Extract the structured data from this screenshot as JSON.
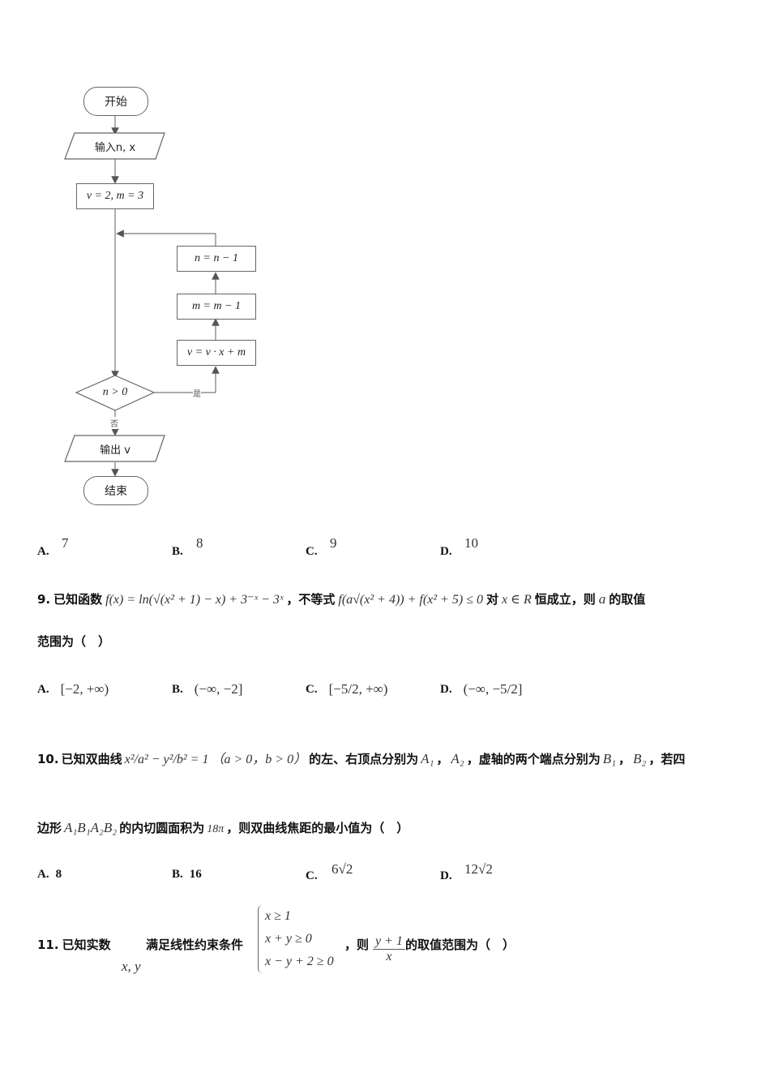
{
  "flowchart": {
    "start": "开始",
    "input": "输入n, x",
    "init": "v = 2, m = 3",
    "step_n": "n = n − 1",
    "step_m": "m = m − 1",
    "step_v": "v = v · x + m",
    "condition": "n > 0",
    "yes_label": "是",
    "no_label": "否",
    "output": "输出 v",
    "end": "结束"
  },
  "q8_options": [
    {
      "label": "A.",
      "value": "7"
    },
    {
      "label": "B.",
      "value": "8"
    },
    {
      "label": "C.",
      "value": "9"
    },
    {
      "label": "D.",
      "value": "10"
    }
  ],
  "q9": {
    "number": "9.",
    "text1": "已知函数",
    "func": "f(x) = ln(√(x² + 1) − x) + 3⁻ˣ − 3ˣ",
    "text2": "，不等式",
    "inequality": "f(a√(x² + 4)) + f(x² + 5) ≤ 0",
    "text3": "对",
    "domain": "x ∈ R",
    "text4": "恒成立，则",
    "var": "a",
    "text5": "的取值",
    "text6": "范围为（　）",
    "options": [
      {
        "label": "A.",
        "value": "[−2, +∞)"
      },
      {
        "label": "B.",
        "value": "(−∞, −2]"
      },
      {
        "label": "C.",
        "value": "[−5/2, +∞)"
      },
      {
        "label": "D.",
        "value": "(−∞, −5/2]"
      }
    ]
  },
  "q10": {
    "number": "10.",
    "text1": "已知双曲线",
    "equation": "x²/a² − y²/b² = 1",
    "cond": "（a > 0，b > 0）",
    "text2": "的左、右顶点分别为",
    "A1": "A₁",
    "A2": "A₂",
    "text3": "，虚轴的两个端点分别为",
    "B1": "B₁",
    "B2": "B₂",
    "text4": "，若四",
    "text5": "边形",
    "quad": "A₁B₁A₂B₂",
    "text6": "的内切圆面积为",
    "area": "18π",
    "text7": "，则双曲线焦距的最小值为（　）",
    "options": [
      {
        "label": "A.",
        "value": "8"
      },
      {
        "label": "B.",
        "value": "16"
      },
      {
        "label": "C.",
        "value": "6√2"
      },
      {
        "label": "D.",
        "value": "12√2"
      }
    ]
  },
  "q11": {
    "number": "11.",
    "text1": "已知实数",
    "vars": "x, y",
    "text2": "满足线性约束条件",
    "constraints": [
      "x ≥ 1",
      "x + y ≥ 0",
      "x − y + 2 ≥ 0"
    ],
    "text3": "，则",
    "frac_num": "y + 1",
    "frac_den": "x",
    "text4": "的取值范围为（　）"
  }
}
